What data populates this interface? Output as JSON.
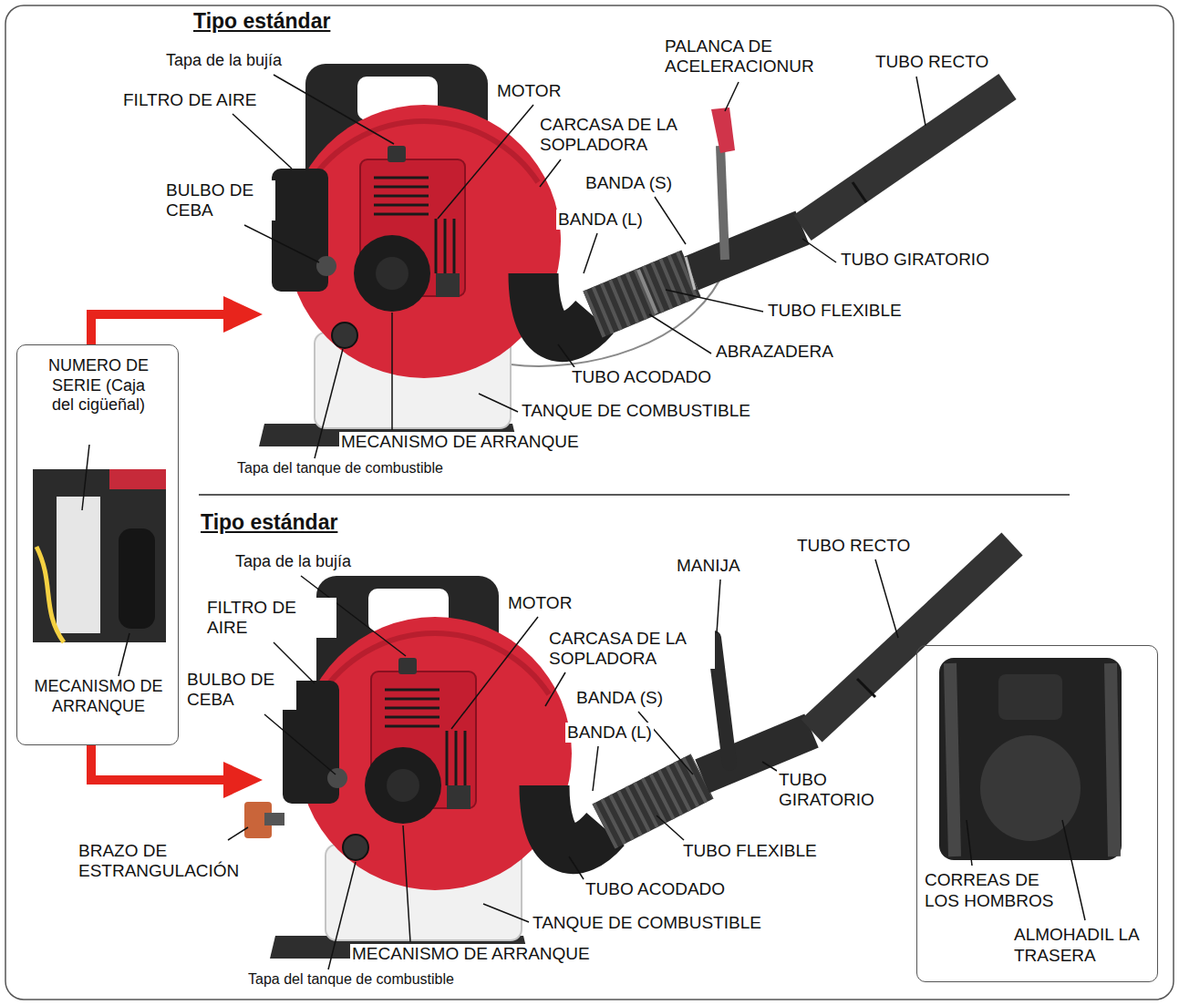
{
  "diagram": {
    "nodes": [
      {
        "text": [
          "NUMERO DE SERIE (Caja del cigüeñal)",
          "MECANISMO DE ARRANQUE"
        ]
      },
      {
        "text": [
          "CORREAS DE LOS HOMBROS",
          "ALMOHADIL LA TRASERA"
        ]
      }
    ],
    "labels": [
      "Tipo estándar",
      "Tapa de la bujía",
      "FILTRO DE AIRE",
      "MOTOR",
      "PALANCA DE ACELERACIONUR",
      "TUBO RECTO",
      "CARCASA DE LA SOPLADORA",
      "BULBO DE CEBA",
      "BANDA (S)",
      "BANDA (L)",
      "TUBO GIRATORIO",
      "TUBO FLEXIBLE",
      "ABRAZADERA",
      "TUBO ACODADO",
      "TANQUE DE COMBUSTIBLE",
      "MECANISMO DE ARRANQUE",
      "Tapa del tanque de combustible",
      "Tipo estándar",
      "Tapa de la bujía",
      "FILTRO DE AIRE",
      "MOTOR",
      "CARCASA DE LA SOPLADORA",
      "MANIJA",
      "TUBO RECTO",
      "BULBO DE CEBA",
      "BANDA (S)",
      "BANDA (L)",
      "TUBO GIRATORIO",
      "TUBO FLEXIBLE",
      "BRAZO DE ESTRANGULACIÓN",
      "TUBO ACODADO",
      "TANQUE DE COMBUSTIBLE",
      "MECANISMO DE ARRANQUE",
      "Tapa del tanque de combustible"
    ]
  }
}
